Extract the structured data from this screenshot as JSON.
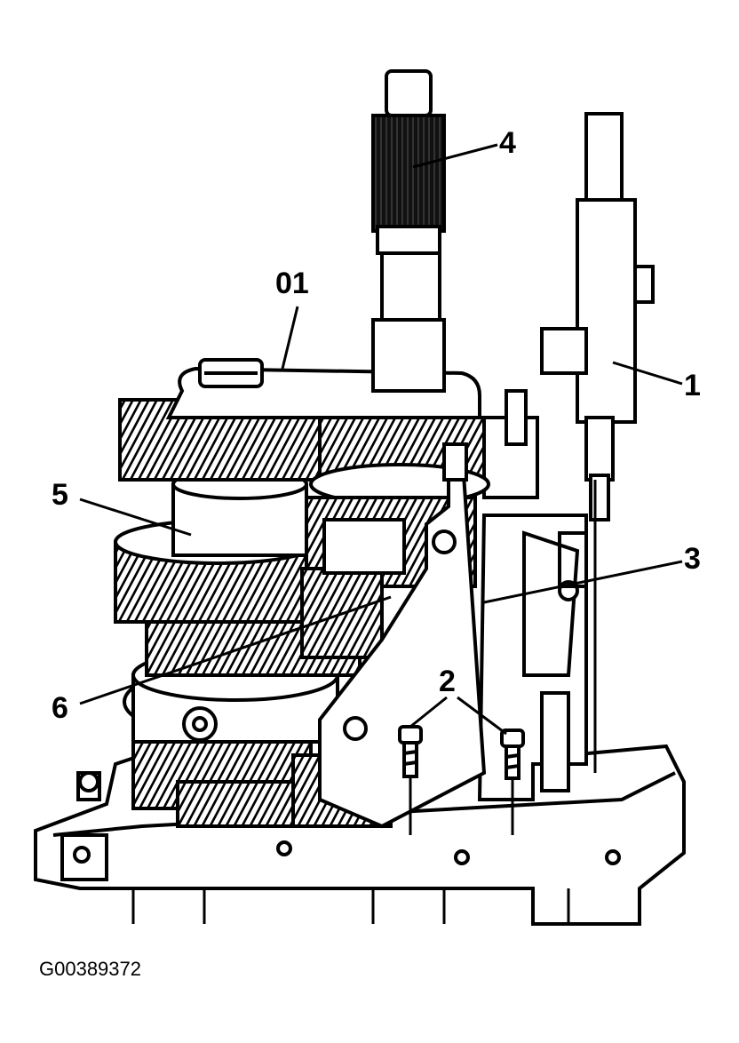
{
  "callouts": {
    "c01": "01",
    "c1": "1",
    "c2": "2",
    "c3": "3",
    "c4": "4",
    "c5": "5",
    "c6": "6"
  },
  "caption": "G00389372",
  "colors": {
    "ink": "#000000",
    "paper": "#ffffff"
  }
}
